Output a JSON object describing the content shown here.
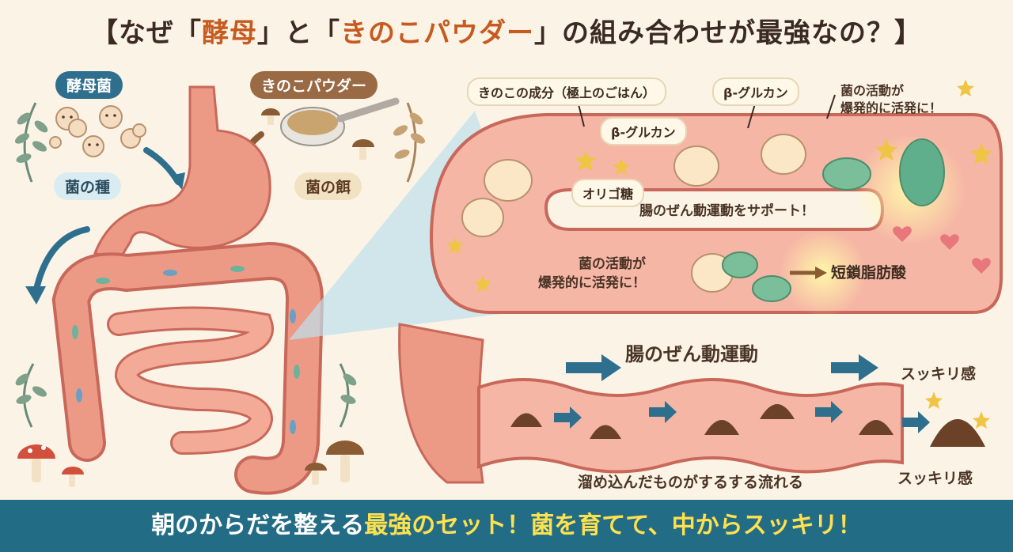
{
  "title": {
    "p1": "【なぜ「",
    "h1": "酵母",
    "p2": "」と「",
    "h2": "きのこパウダー",
    "p3": "」の組み合わせが最強なの？】"
  },
  "left": {
    "yeast_label": "酵母菌",
    "seed_label": "菌の種",
    "powder_label": "きのこパウダー",
    "food_label": "菌の餌"
  },
  "zoom": {
    "mushroom_component": "きのこの成分（極上のごはん）",
    "beta_glucan_1": "β-グルカン",
    "beta_glucan_2": "β-グルカン",
    "bacteria_active_1": "菌の活動が\n爆発的に活発に！",
    "oligo": "オリゴ糖",
    "peristalsis_support": "腸のぜん動運動をサポート！",
    "bacteria_active_2": "菌の活動が\n爆発的に活発に！",
    "scfa": "短鎖脂肪酸"
  },
  "colon": {
    "peristalsis_title": "腸のぜん動運動",
    "refresh_1": "スッキリ感",
    "refresh_2": "スッキリ感",
    "flow_text": "溜め込んだものがするする流れる"
  },
  "footer": {
    "part1": "朝のからだを整える",
    "part2": "最強のセット！",
    "part3": "菌を育てて、中からスッキリ！"
  },
  "colors": {
    "accent": "#c75a1e",
    "footer_bg": "#236c86",
    "footer_highlight": "#ffe14d",
    "intestine": "#ec9a86",
    "background": "#fbf4e6"
  }
}
